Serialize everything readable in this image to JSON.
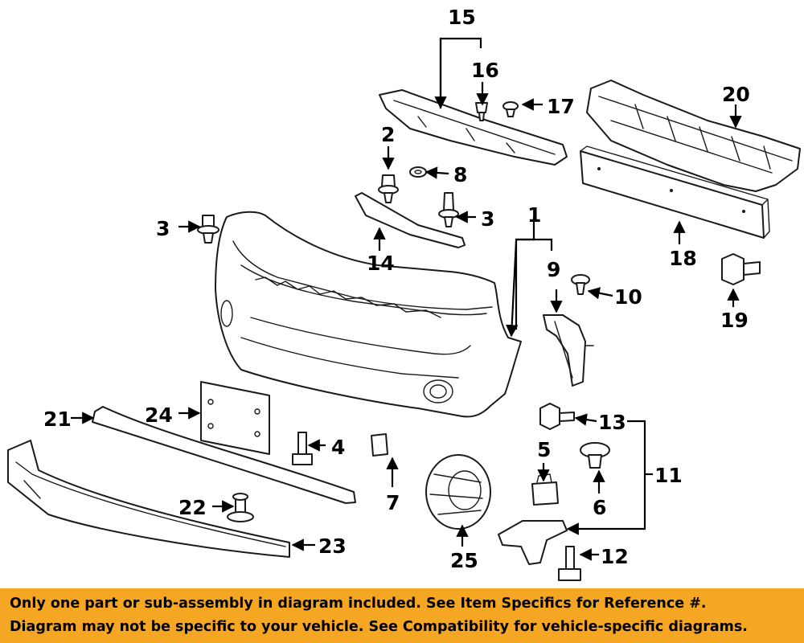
{
  "diagram": {
    "callouts": {
      "c1": "1",
      "c2": "2",
      "c3a": "3",
      "c3b": "3",
      "c4": "4",
      "c5": "5",
      "c6": "6",
      "c7": "7",
      "c8": "8",
      "c9": "9",
      "c10": "10",
      "c11": "11",
      "c12": "12",
      "c13": "13",
      "c14": "14",
      "c15": "15",
      "c16": "16",
      "c17": "17",
      "c18": "18",
      "c19": "19",
      "c20": "20",
      "c21": "21",
      "c22": "22",
      "c23": "23",
      "c24": "24",
      "c25": "25"
    }
  },
  "banner": {
    "line1": "Only one part or sub-assembly in diagram included. See Item Specifics for Reference #.",
    "line2": "Diagram may not be specific to your vehicle. See Compatibility for vehicle-specific diagrams.",
    "color": "#f5a623"
  }
}
